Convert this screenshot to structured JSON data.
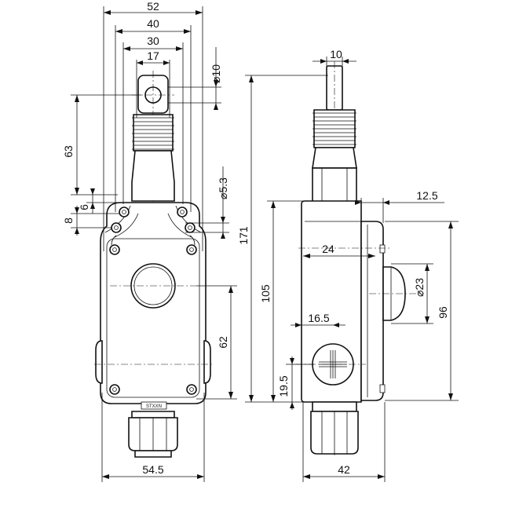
{
  "front_view": {
    "width_total": "52",
    "width_mid": "40",
    "width_inner": "30",
    "shaft_width": "17",
    "dia_rope_hole": "10",
    "height_upper": "63",
    "offset_6": "6",
    "offset_8": "8",
    "dia_mount_hole": "5.3",
    "height_lower": "62",
    "body_width": "54.5",
    "label_plate": "STXXN"
  },
  "side_view": {
    "shaft_dia": "10",
    "total_height": "171",
    "body_height": "105",
    "cover_offset": "12.5",
    "depth_24": "24",
    "dia_button": "23",
    "cover_height": "96",
    "screw_offset_x": "16.5",
    "screw_offset_y": "19.5",
    "depth_total": "42"
  }
}
